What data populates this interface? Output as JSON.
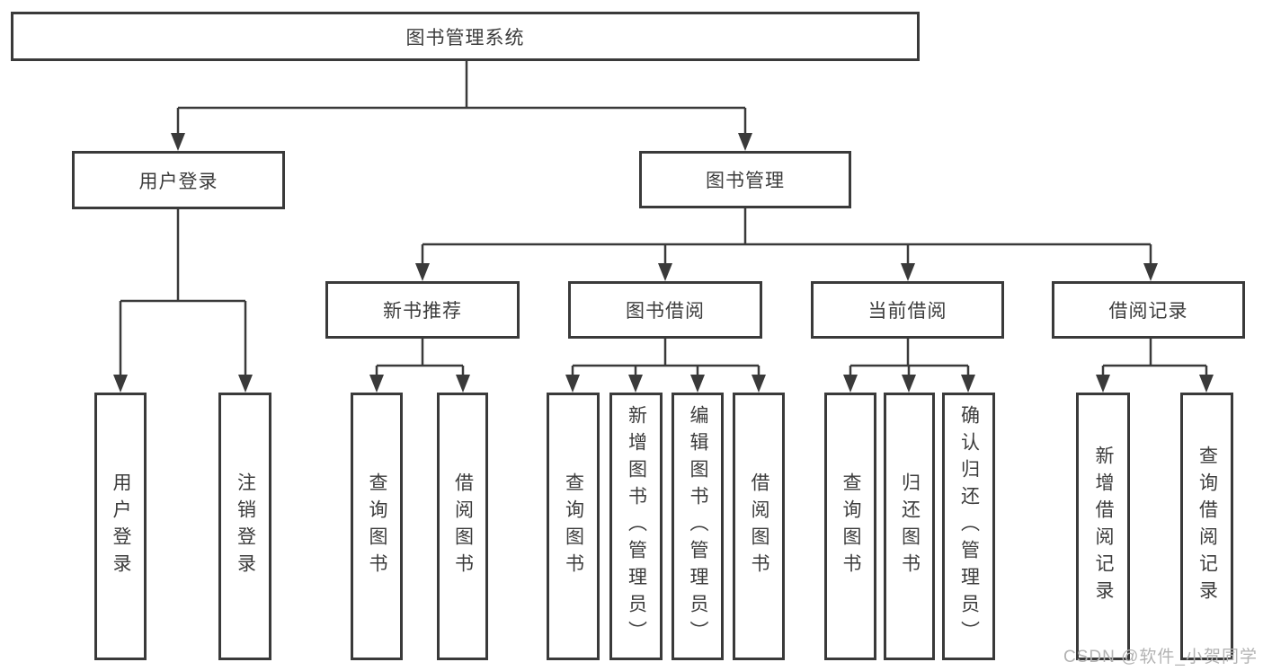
{
  "diagram": {
    "title": "图书管理系统",
    "user_login": {
      "label": "用户登录",
      "children": [
        {
          "label": "用户登录"
        },
        {
          "label": "注销登录"
        }
      ]
    },
    "book_management": {
      "label": "图书管理",
      "sections": [
        {
          "label": "新书推荐",
          "children": [
            {
              "label": "查询图书"
            },
            {
              "label": "借阅图书"
            }
          ]
        },
        {
          "label": "图书借阅",
          "children": [
            {
              "label": "查询图书"
            },
            {
              "label": "新增图书（管理员）"
            },
            {
              "label": "编辑图书（管理员）"
            },
            {
              "label": "借阅图书"
            }
          ]
        },
        {
          "label": "当前借阅",
          "children": [
            {
              "label": "查询图书"
            },
            {
              "label": "归还图书"
            },
            {
              "label": "确认归还（管理员）"
            }
          ]
        },
        {
          "label": "借阅记录",
          "children": [
            {
              "label": "新增借阅记录"
            },
            {
              "label": "查询借阅记录"
            }
          ]
        }
      ]
    }
  },
  "watermark": {
    "text": "CSDN @软件_小贺同学"
  },
  "colors": {
    "line": "#3a3a3a",
    "box_border": "#3a3a3a",
    "text": "#3c3c3c",
    "watermark": "#b3b3b3",
    "background": "#ffffff"
  }
}
